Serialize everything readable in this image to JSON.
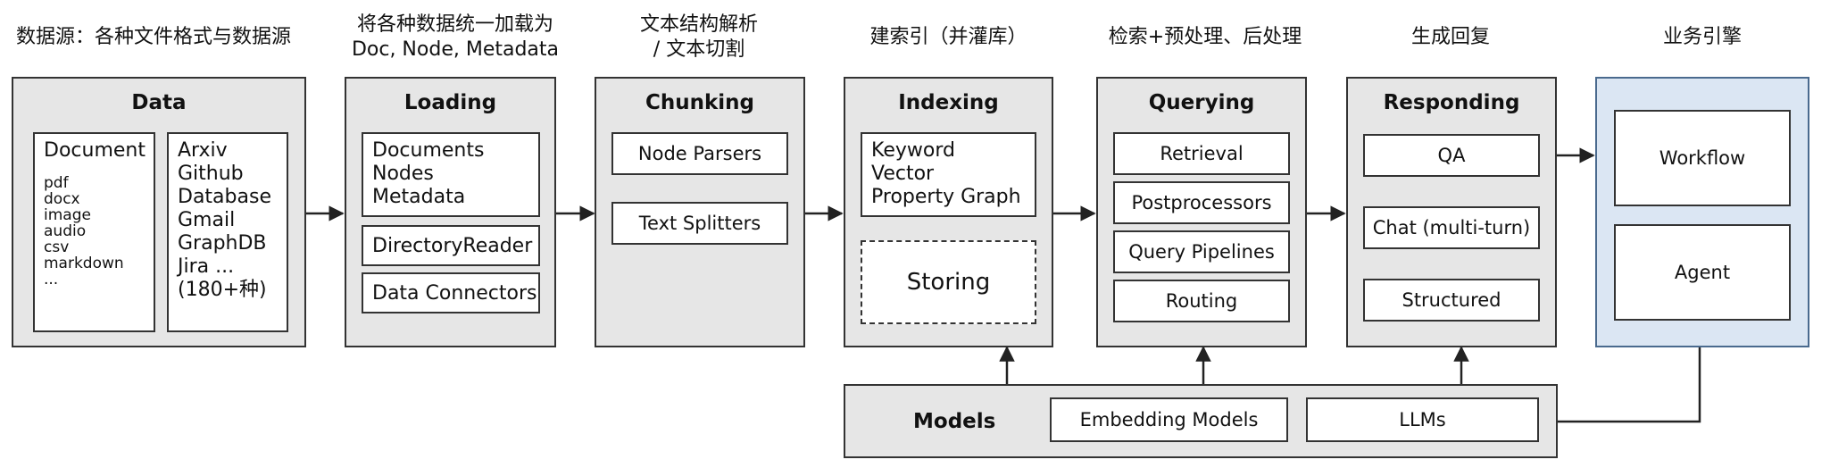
{
  "captions": {
    "data": "数据源：各种文件格式与数据源",
    "loading": "将各种数据统一加载为\nDoc, Node, Metadata",
    "chunking": "文本结构解析\n/ 文本切割",
    "indexing": "建索引（并灌库）",
    "querying": "检索+预处理、后处理",
    "responding": "生成回复",
    "engine": "业务引擎"
  },
  "data_stage": {
    "title": "Data",
    "document": {
      "title": "Document",
      "formats": [
        "pdf",
        "docx",
        "image",
        "audio",
        "csv",
        "markdown",
        "..."
      ]
    },
    "sources": [
      "Arxiv",
      "Github",
      "Database",
      "Gmail",
      "GraphDB",
      "Jira ...",
      "(180+种)"
    ]
  },
  "loading_stage": {
    "title": "Loading",
    "items": [
      "Documents",
      "Nodes",
      "Metadata"
    ],
    "reader": "DirectoryReader",
    "connectors": "Data Connectors"
  },
  "chunking_stage": {
    "title": "Chunking",
    "items": [
      "Node Parsers",
      "Text Splitters"
    ]
  },
  "indexing_stage": {
    "title": "Indexing",
    "index_types": [
      "Keyword",
      "Vector",
      "Property Graph"
    ],
    "storing": "Storing"
  },
  "querying_stage": {
    "title": "Querying",
    "items": [
      "Retrieval",
      "Postprocessors",
      "Query Pipelines",
      "Routing"
    ]
  },
  "responding_stage": {
    "title": "Responding",
    "items": [
      "QA",
      "Chat (multi-turn)",
      "Structured"
    ]
  },
  "engine_stage": {
    "items": [
      "Workflow",
      "Agent"
    ]
  },
  "models": {
    "title": "Models",
    "items": [
      "Embedding Models",
      "LLMs"
    ]
  },
  "colors": {
    "stage_fill": "#e6e6e6",
    "engine_fill": "#dbe6f3",
    "line": "#222222"
  }
}
